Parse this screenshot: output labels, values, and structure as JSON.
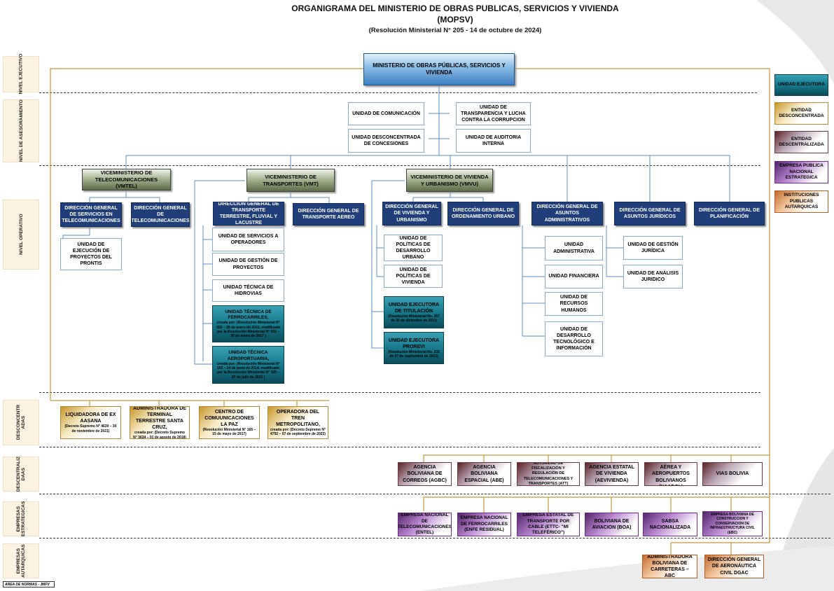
{
  "title": {
    "line1": "ORGANIGRAMA DEL MINISTERIO DE OBRAS PUBLICAS, SERVICIOS Y VIVIENDA",
    "line2": "(MOPSV)",
    "line3": "(Resolución Ministerial N° 205 - 14 de octubre de 2024)"
  },
  "levels": {
    "ejecutivo": "NIVEL EJECUTIVO",
    "asesoramiento": "NIVEL DE ASESORAMIENTO",
    "operativo": "NIVEL OPERATIVO",
    "desconcentradas": "DESCONCENTR ADAS",
    "descentralizadas": "DESCENTRALIZ DAAS",
    "estrategicas": "EMPRESAS ESTRATEGICAS",
    "autarquicas": "EMPRESAS AUTARQUICAS"
  },
  "ministerio": "MINISTERIO DE OBRAS PÚBLICAS, SERVICIOS Y VIVIENDA",
  "asesoramiento": {
    "comunicacion": "UNIDAD DE COMUNICACIÓN",
    "transparencia": "UNIDAD DE TRANSPARENCIA Y LUCHA CONTRA LA CORRUPCION",
    "concesiones": "UNIDAD DESCONCENTRADA DE CONCESIONES",
    "auditoria": "UNIDAD DE AUDITORIA INTERNA"
  },
  "vmtel": {
    "name": "VICEMINISTERIO DE TELECOMUNICACIONES (VMTEL)",
    "dg_servicios": "DIRECCIÓN GENERAL DE SERVICIOS EN TELECOMUNICACIONES",
    "dg_telecom": "DIRECCIÓN GENERAL DE TELECOMUNICACIONES",
    "prontis": "UNIDAD DE EJECUCIÓN DE PROYECTOS DEL PRONTIS"
  },
  "vmt": {
    "name": "VICEMINISTERIO DE TRANSPORTES (VMT)",
    "dg_terrestre": "DIRECCIÓN GENERAL DE TRANSPORTE TERRESTRE, FLUVIAL Y LACUSTRE",
    "dg_aereo": "DIRECCIÓN GENERAL DE TRANSPORTE AEREO",
    "u_servicios": "UNIDAD DE SERVICIOS A OPERADORES",
    "u_gestion": "UNIDAD DE GESTIÓN DE PROYECTOS",
    "u_hidrovias": "UNIDAD TÉCNICA DE HIDROVIAS",
    "ferro_title": "UNIDAD TÉCNICA DE FERROCARRILES,",
    "ferro_note": "creada por: (Resolución Ministerial N° 025 – 29 de enero de 2012, modificado por la Resolución Ministerial N° 022 – 30 de enero de 2017 )",
    "aero_title": "UNIDAD TÉCNICA AEROPORTUARIA,",
    "aero_note": "creada por: (Resolución Ministerial N° 165 – 24 de junio de 2014, modificado por la Resolución Ministerial N° 160 – 07 de julio de 2023 )"
  },
  "vmvu": {
    "name": "VICEMINISTERIO DE VIVIENDA Y URBANISMO (VMVU)",
    "dg_vivienda": "DIRECCIÓN GENERAL DE VIVIENDA Y URBANISMO",
    "dg_ordenamiento": "DIRECCIÓN GENERAL DE ORDENAMIENTO URBANO",
    "u_desarrollo": "UNIDAD DE POLÍTICAS DE DESARROLLO URBANO",
    "u_vivienda": "UNIDAD DE POLÍTICAS DE VIVIENDA",
    "titulacion_title": "UNIDAD EJECUTORA DE TITULACIÓN",
    "titulacion_note": "(Resolución Ministerial No. 357 de 30 de diciembre de 2011)",
    "proreví_title": "UNIDAD EJECUTORA PROREVI",
    "proreví_note": "(Resolución Ministerial No. 232 de 07 de septiembre de 2012)"
  },
  "dg_admin": {
    "name": "DIRECCIÓN GENERAL DE ASUNTOS ADMINISTRATIVOS",
    "u_admin": "UNIDAD ADMINISTRATIVA",
    "u_fin": "UNIDAD FINANCIERA",
    "u_rrhh": "UNIDAD DE RECURSOS HUMANOS",
    "u_tec": "UNIDAD DE DESARROLLO TECNOLÓGICO E INFORMACIÓN"
  },
  "dg_juridicos": {
    "name": "DIRECCIÓN GENERAL DE ASUNTOS JURÍDICOS",
    "u_gestion": "UNIDAD DE GESTIÓN JURÍDICA",
    "u_analisis": "UNIDAD DE ANÁLISIS JURIDICO"
  },
  "dg_planificacion": "DIRECCIÓN GENERAL DE PLANIFICACIÓN",
  "desconcentradas": [
    {
      "name": "LIQUIDADORA DE EX AASANA",
      "note": "(Decreto Supremo N° 4630 – 30 de noviembre de 2021)"
    },
    {
      "name": "ADMINISTRADORA DE TERMINAL TERRESTRE SANTA CRUZ,",
      "note": "creada por: (Decreto Supremo N° 3634 – 01 de agosto de 2018)"
    },
    {
      "name": "CENTRO DE COMUUNICACIONES LA PAZ",
      "note": "(Resolución Ministerial N° 165 – 15 de mayo de 2017)"
    },
    {
      "name": "OPERADORA DEL TREN METROPOLITANO,",
      "note": "creada por: (Decreto Supremo N° 4792 – 07 de septiembre de 2022)"
    }
  ],
  "descentralizadas": [
    "AGENCIA BOLIVIANA DE CORREOS (AGBC)",
    "AGENCIA BOLIVIANA ESPACIAL (ABE)",
    "AUTORIDAD DE FISCALIZACIÓN Y REGULACIÓN DE TELECOMUNICACIONES Y TRANSPORTES (ATT)",
    "AGENCIA ESTATAL DE VIVIENDA (AEVIVIENDA)",
    "NAVEGACIÓN AÉREA Y AEROPUERTOS BOLIVIANOS (NAABOL)",
    "VIAS BOLIVIA"
  ],
  "estrategicas": [
    "EMPRESA NACIONAL DE TELECOMUNICACIONES (ENTEL)",
    "EMPRESA NACIONAL DE FERROCARRILES (ENFE RESIDUAL)",
    "EMPRESA ESTATAL DE TRANSPORTE POR CABLE (ETTC- \"MI TELEFÉRICO\")",
    "BOLIVIANA DE AVIACION (BOA)",
    "SABSA NACIONALIZADA",
    "EMPRESA BOLIVIANA DE CONSTRUCCION Y CONSERVACION DE INFRAESTRUCTURA CIVIL (EBC)"
  ],
  "autarquicas": [
    "ADMINISTRADORA BOLIVIANA DE CARRETERAS – ABC",
    "DIRECCIÓN GENERAL DE AERONÁUTICA CIVIL DGAC"
  ],
  "legend": [
    "UNIDAD EJECUTORA",
    "ENTIDAD DESCONCENTRADA",
    "ENTIDAD DESCENTRALIZADA",
    "EMPRESA PUBLICA NACIONAL ESTRATEGICA",
    "INSTITUCIONES PUBLICAS AUTARQUICAS"
  ],
  "footer": "AREA DE NORMAS - JMFV",
  "colors": {
    "navy": "#1f3e7a",
    "teal": "#167a8c",
    "line": "#5b8fc7",
    "frame": "#c8963a"
  }
}
